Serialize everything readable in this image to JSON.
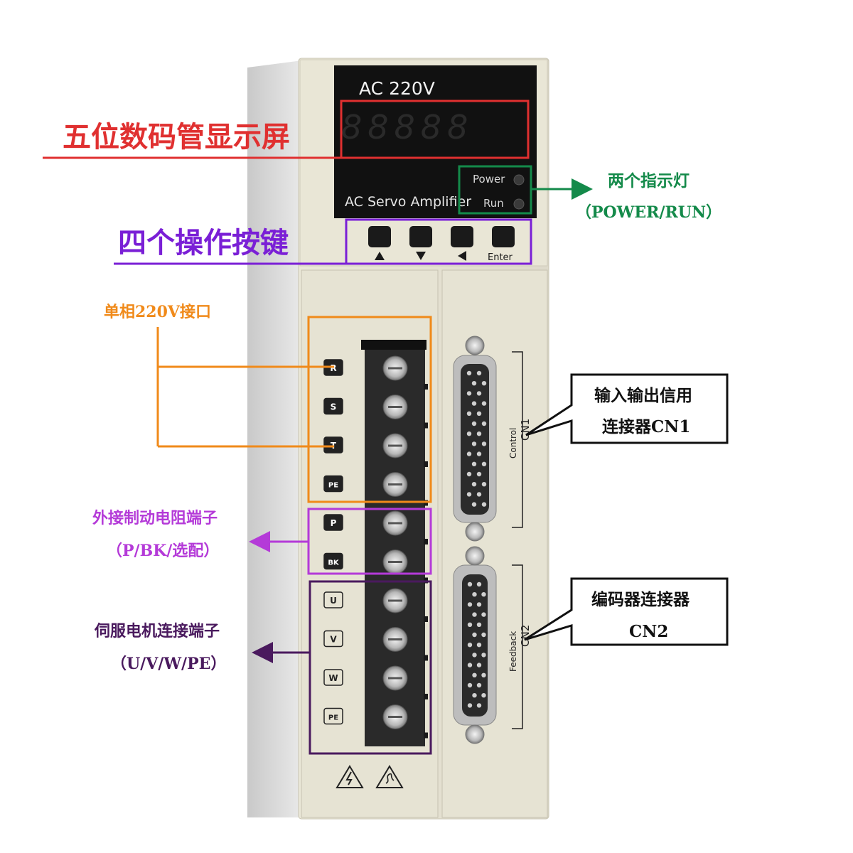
{
  "device": {
    "model_label": "AC 220V",
    "display_digits": "88888",
    "product_label": "AC Servo Amplifier",
    "power_label": "Power",
    "run_label": "Run",
    "enter_label": "Enter",
    "control_label": "Control",
    "cn1_label": "CN1",
    "feedback_label": "Feedback",
    "cn2_label": "CN2",
    "terminals": [
      "R",
      "S",
      "T",
      "PE",
      "P",
      "BK",
      "U",
      "V",
      "W",
      "PE"
    ]
  },
  "annotations": {
    "display": "五位数码管显示屏",
    "keys": "四个操作按键",
    "indicators_line1": "两个指示灯",
    "indicators_line2": "（POWER/RUN）",
    "power_input": "单相220V接口",
    "brake_line1": "外接制动电阻端子",
    "brake_line2": "（P/BK/选配）",
    "motor_line1": "伺服电机连接端子",
    "motor_line2": "（U/V/W/PE）",
    "cn1_line1": "输入输出信用",
    "cn1_line2": "连接器CN1",
    "cn2_line1": "编码器连接器",
    "cn2_line2": "CN2"
  },
  "colors": {
    "display_red": "#e03030",
    "keys_purple": "#7a1fd6",
    "indicator_green": "#148a4a",
    "power_orange": "#f08a1a",
    "brake_magenta": "#b43ad8",
    "motor_purple": "#4a1a5e",
    "callout_black": "#111111",
    "housing": "#e6e3d3"
  }
}
